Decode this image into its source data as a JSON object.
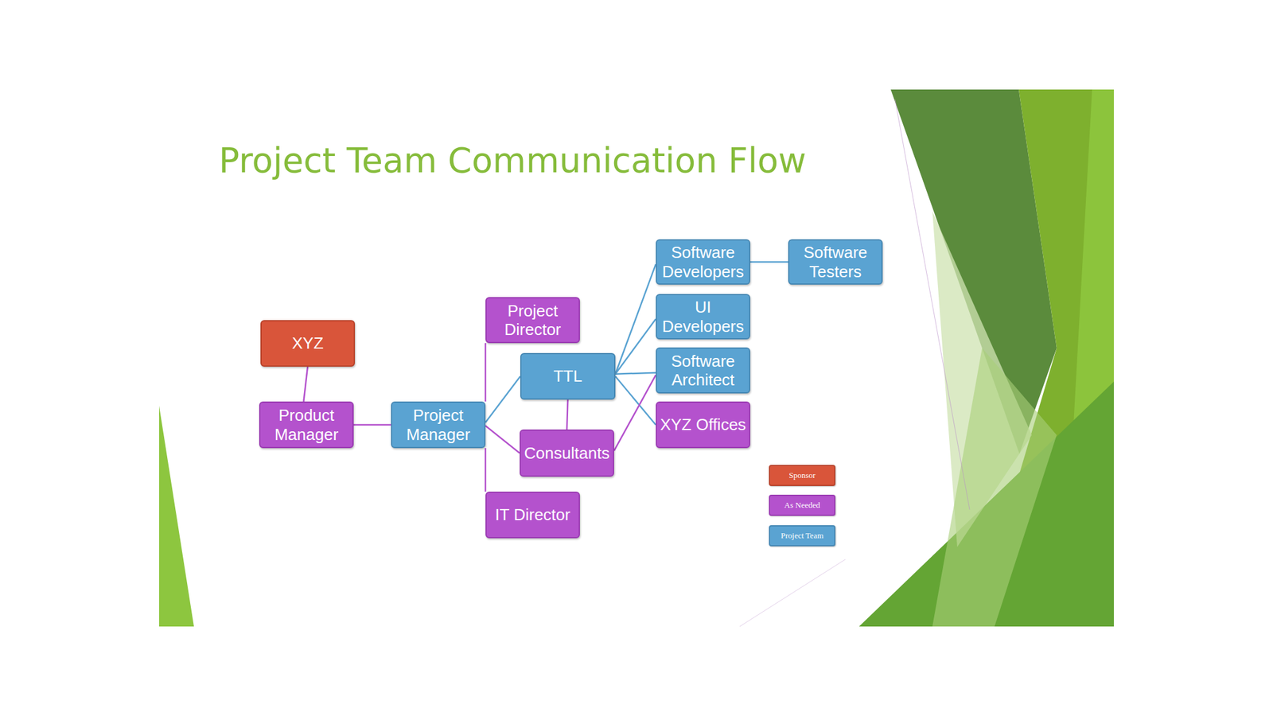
{
  "diagram": {
    "title": "Project Team Communication Flow",
    "nodes": [
      {
        "text": [
          "XYZ"
        ]
      },
      {
        "text": [
          "Product Manager"
        ]
      },
      {
        "text": [
          "Project Manager"
        ]
      },
      {
        "text": [
          "Project Director"
        ]
      },
      {
        "text": [
          "TTL"
        ]
      },
      {
        "text": [
          "Consultants"
        ]
      },
      {
        "text": [
          "IT Director"
        ]
      },
      {
        "text": [
          "Software Developers"
        ]
      },
      {
        "text": [
          "Software Testers"
        ]
      },
      {
        "text": [
          "UI Developers"
        ]
      },
      {
        "text": [
          "Software Architect"
        ]
      },
      {
        "text": [
          "XYZ Offices"
        ]
      }
    ],
    "edges": [
      {
        "from": 0,
        "to": 1,
        "arrow": "none"
      },
      {
        "from": 1,
        "to": 2,
        "arrow": "none"
      },
      {
        "from": 2,
        "to": 3,
        "arrow": "none"
      },
      {
        "from": 2,
        "to": 4,
        "arrow": "none"
      },
      {
        "from": 2,
        "to": 5,
        "arrow": "none"
      },
      {
        "from": 2,
        "to": 6,
        "arrow": "none"
      },
      {
        "from": 4,
        "to": 5,
        "arrow": "none"
      },
      {
        "from": 4,
        "to": 7,
        "arrow": "none"
      },
      {
        "from": 4,
        "to": 9,
        "arrow": "none"
      },
      {
        "from": 4,
        "to": 10,
        "arrow": "none"
      },
      {
        "from": 4,
        "to": 11,
        "arrow": "none"
      },
      {
        "from": 5,
        "to": 10,
        "arrow": "none"
      },
      {
        "from": 7,
        "to": 8,
        "arrow": "none"
      }
    ],
    "legend": [
      {
        "text": "Sponsor",
        "color": "#d9553a"
      },
      {
        "text": "As Needed",
        "color": "#b452cd"
      },
      {
        "text": "Project Team",
        "color": "#5aa3d2"
      }
    ]
  }
}
